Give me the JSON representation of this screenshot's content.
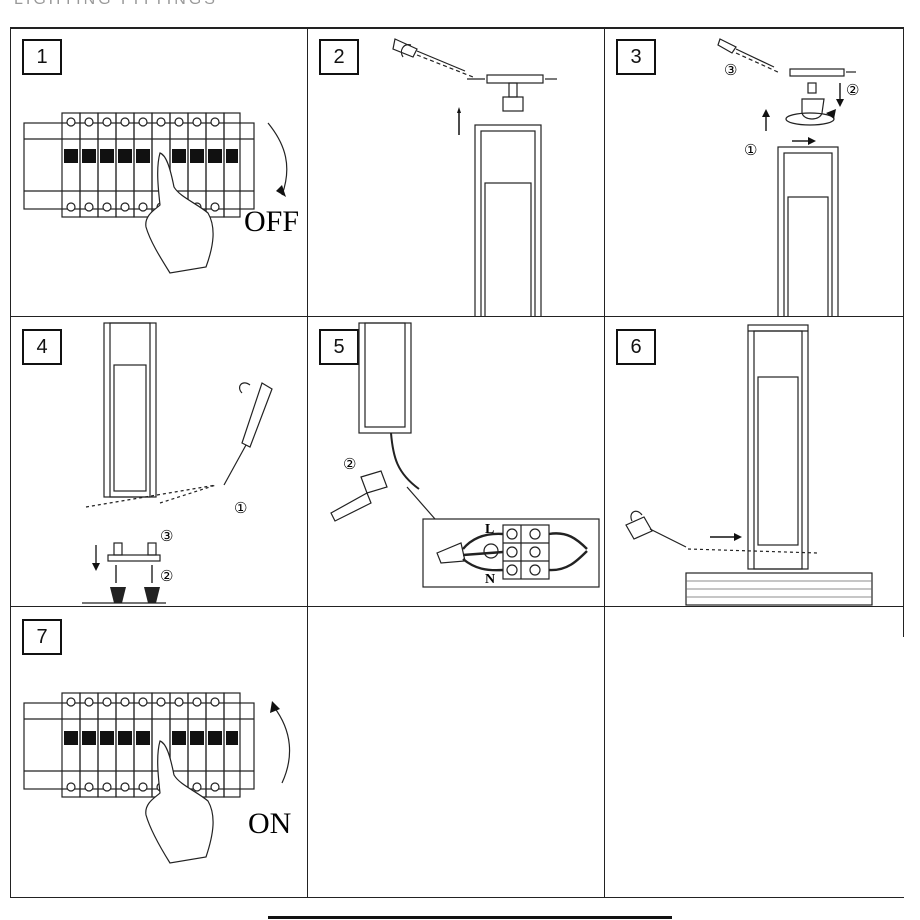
{
  "header_fragment": "LIGHTING FITTINGS",
  "steps": [
    {
      "number": "1",
      "label": "OFF"
    },
    {
      "number": "2"
    },
    {
      "number": "3",
      "markers": [
        "③",
        "②",
        "①"
      ]
    },
    {
      "number": "4",
      "markers": [
        "①",
        "③",
        "②"
      ]
    },
    {
      "number": "5",
      "markers": [
        "②"
      ],
      "terminal_labels": [
        "L",
        "N"
      ]
    },
    {
      "number": "6"
    },
    {
      "number": "7",
      "label": "ON"
    }
  ]
}
